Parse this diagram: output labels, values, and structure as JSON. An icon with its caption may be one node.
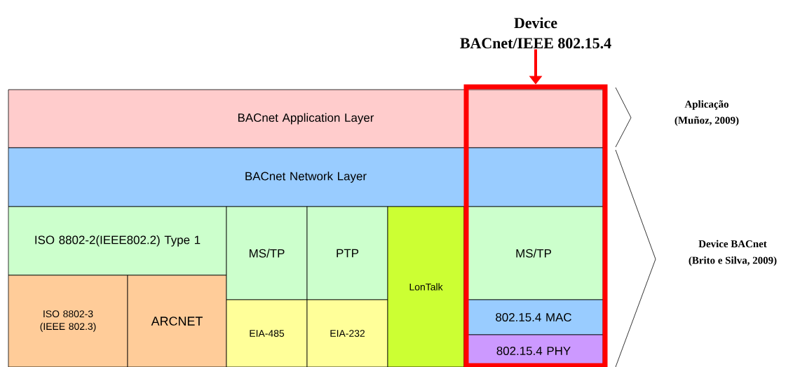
{
  "diagram": {
    "nodes": [
      {
        "text": [
          "BACnet Application Layer"
        ]
      },
      {
        "text": [
          "BACnet Network Layer"
        ]
      },
      {
        "text": [
          "ISO 8802-2(IEEE802.2) Type 1"
        ]
      },
      {
        "text": [
          "ISO 8802-3 (IEEE 802.3)"
        ]
      },
      {
        "text": [
          "ARCNET"
        ]
      },
      {
        "text": [
          "MS/TP"
        ]
      },
      {
        "text": [
          "PTP"
        ]
      },
      {
        "text": [
          "EIA-485"
        ]
      },
      {
        "text": [
          "EIA-232"
        ]
      },
      {
        "text": [
          "LonTalk"
        ]
      },
      {
        "text": [
          "Device",
          "BACnet/IEEE 802.15.4"
        ]
      },
      {
        "text": [],
        "shape": "box"
      },
      {
        "text": [
          "MS/TP"
        ],
        "in": 11
      },
      {
        "text": [
          "802.15.4 MAC"
        ],
        "in": 11
      },
      {
        "text": [
          "802.15.4 PHY"
        ],
        "in": 11
      }
    ],
    "edges": [
      {
        "from": 10,
        "to": 11,
        "arrow": "to"
      }
    ],
    "labels": [
      "Aplicação",
      "(Muñoz, 2009)",
      "Device BACnet",
      "(Brito e Silva, 2009)"
    ]
  }
}
